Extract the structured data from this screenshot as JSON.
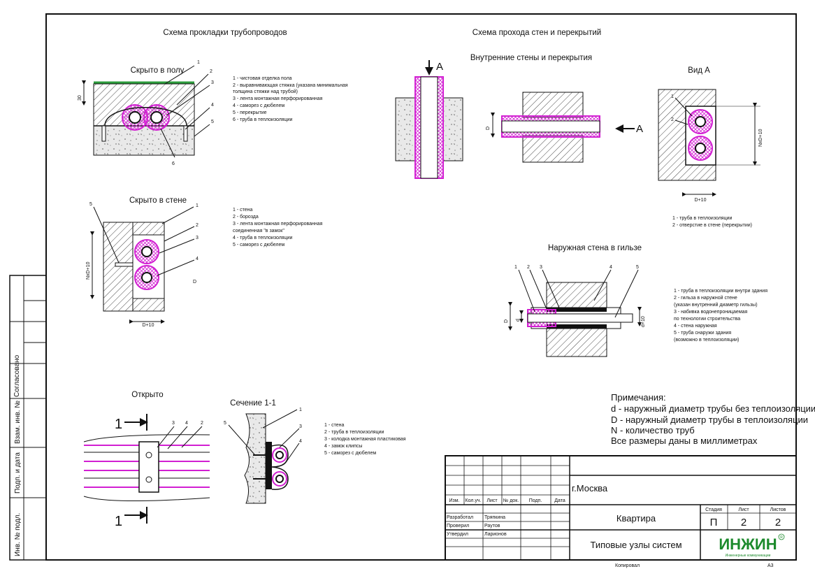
{
  "titles": {
    "left": "Схема прокладки трубопроводов",
    "right": "Схема прохода стен и перекрытий",
    "floor": "Скрыто в полу",
    "wall": "Скрыто в стене",
    "open": "Открыто",
    "section": "Сечение 1-1",
    "internal": "Внутренние стены и перекрытия",
    "viewA": "Вид А",
    "external": "Наружная стена в гильзе"
  },
  "legends": {
    "floor": [
      "1 - чистовая отделка пола",
      "2 - выравнивающая стяжка (указана минимальная",
      "толщина стяжки над трубой)",
      "3 - лента монтажная перфорированная",
      "4 - саморез с дюбелем",
      "5 - перекрытие",
      "6 - труба в теплоизоляции"
    ],
    "wall": [
      "1 - стена",
      "2 - борозда",
      "3 - лента монтажная перфорированная",
      "соединенная \"в замок\"",
      "4 - труба в теплоизоляции",
      "5 - саморез с дюбелем"
    ],
    "open": [
      "1 - стена",
      "2 - труба в теплоизоляции",
      "3 - колодка монтажная пластиковая",
      "4 - замок клипсы",
      "5 - саморез с дюбелем"
    ],
    "viewA": [
      "1 - труба в теплоизоляции",
      "2 - отверстие в стене (перекрытии)"
    ],
    "external": [
      "1 - труба в теплоизоляции внутри здания",
      "2 - гильза в наружной стене",
      "(указан внутренний диаметр гильзы)",
      "3 - набивка водонепроницаемая",
      "по технологии строительства",
      "4 - стена наружная",
      "5 - труба снаружи здания",
      "(возможно в теплоизоляции)"
    ]
  },
  "notes": {
    "title": "Примечания:",
    "lines": [
      "d - наружный диаметр трубы без теплоизоляции",
      "D - наружный диаметр трубы в теплоизоляции",
      "N - количество труб",
      "Все размеры даны в миллиметрах"
    ]
  },
  "dims": {
    "floor_30": "30",
    "wall_h": "NxD+10",
    "wall_w": "D+10",
    "viewA_h": "NxD+10",
    "viewA_w": "D+10",
    "internal_D": "D",
    "ext_D": "D",
    "ext_d": "d",
    "ext_d10": "d+10",
    "arrowA": "А",
    "section_mark": "1"
  },
  "callouts": {
    "floor": [
      "1",
      "2",
      "3",
      "4",
      "5",
      "6"
    ],
    "wall": [
      "1",
      "2",
      "3",
      "4",
      "5",
      "D"
    ],
    "viewA": [
      "1",
      "2"
    ],
    "external": [
      "1",
      "2",
      "3",
      "4",
      "5"
    ],
    "open": [
      "3",
      "4",
      "2"
    ],
    "section": [
      "1",
      "5",
      "3",
      "4"
    ]
  },
  "side_stamps": [
    "Согласовано",
    "Взам. инв. №",
    "Подп. и дата",
    "Инв. № подл."
  ],
  "title_block": {
    "headers": [
      "Изм.",
      "Кол.уч.",
      "Лист",
      "№ док.",
      "Подп.",
      "Дата"
    ],
    "roles": [
      "Разработал",
      "Проверил",
      "Утвердил"
    ],
    "names": [
      "Тряпкина",
      "Раутов",
      "Ларионов"
    ],
    "city": "г.Москва",
    "object": "Квартира",
    "sheet_title": "Типовые узлы систем",
    "stage_label": "Стадия",
    "sheet_label": "Лист",
    "sheets_label": "Листов",
    "stage": "П",
    "sheet": "2",
    "sheets": "2",
    "logo_text": "ИНЖИН",
    "logo_sub": "Инженерные коммуникации",
    "logo_reg": "R",
    "copied": "Копировал",
    "format": "А3"
  },
  "colors": {
    "pipe": "#d21fd2",
    "logo": "#1c8a2c",
    "green": "#2c9c3c"
  }
}
